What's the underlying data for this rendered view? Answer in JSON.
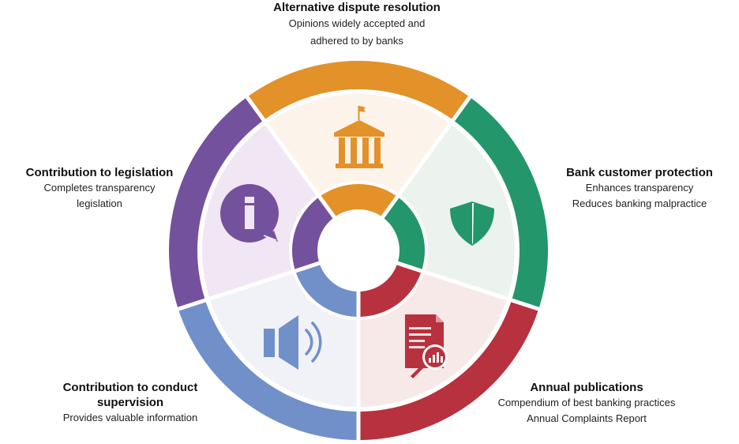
{
  "segments": [
    {
      "id": "adr",
      "title": "Alternative dispute resolution",
      "lines": [
        "Opinions widely accepted and",
        "adhered to by banks"
      ],
      "icon": "bank-building-icon",
      "color": "#E39129",
      "light": "#FCF3EA"
    },
    {
      "id": "bcp",
      "title": "Bank customer protection",
      "lines": [
        "Enhances transparency",
        "Reduces banking malpractice"
      ],
      "icon": "shield-icon",
      "color": "#23966C",
      "light": "#ECF3EF"
    },
    {
      "id": "pub",
      "title": "Annual publications",
      "lines": [
        "Compendium of best banking practices",
        "Annual Complaints Report"
      ],
      "icon": "report-magnifier-icon",
      "color": "#B8313E",
      "light": "#F6E9E7"
    },
    {
      "id": "acs",
      "title": "Contribution to conduct supervision",
      "lines": [
        "Provides valuable information"
      ],
      "icon": "speaker-icon",
      "color": "#7190C9",
      "light": "#F0F2F8"
    },
    {
      "id": "leg",
      "title": "Contribution to legislation",
      "lines": [
        "Completes transparency",
        "legislation"
      ],
      "icon": "info-bubble-icon",
      "color": "#74519D",
      "light": "#F1E6F3"
    }
  ]
}
